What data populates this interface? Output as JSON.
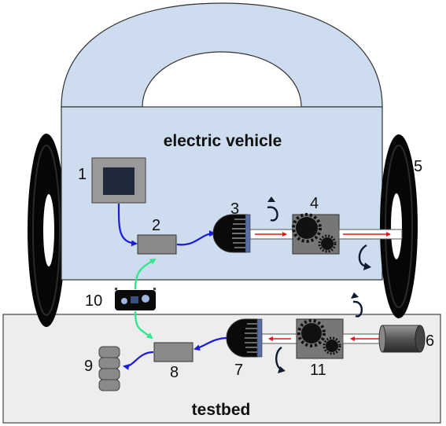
{
  "titles": {
    "vehicle": "electric vehicle",
    "testbed": "testbed"
  },
  "labels": {
    "n1": "1",
    "n2": "2",
    "n3": "3",
    "n4": "4",
    "n5": "5",
    "n6": "6",
    "n7": "7",
    "n8": "8",
    "n9": "9",
    "n10": "10",
    "n11": "11"
  },
  "colors": {
    "vehicle_fill": "#cddcee",
    "testbed_fill": "#ededed",
    "signal_blue": "#1a1adc",
    "link_green": "#33e88a",
    "shaft_arrow": "#e01818",
    "dark_square": "#1f2a3a",
    "gear_box": "#777777"
  }
}
